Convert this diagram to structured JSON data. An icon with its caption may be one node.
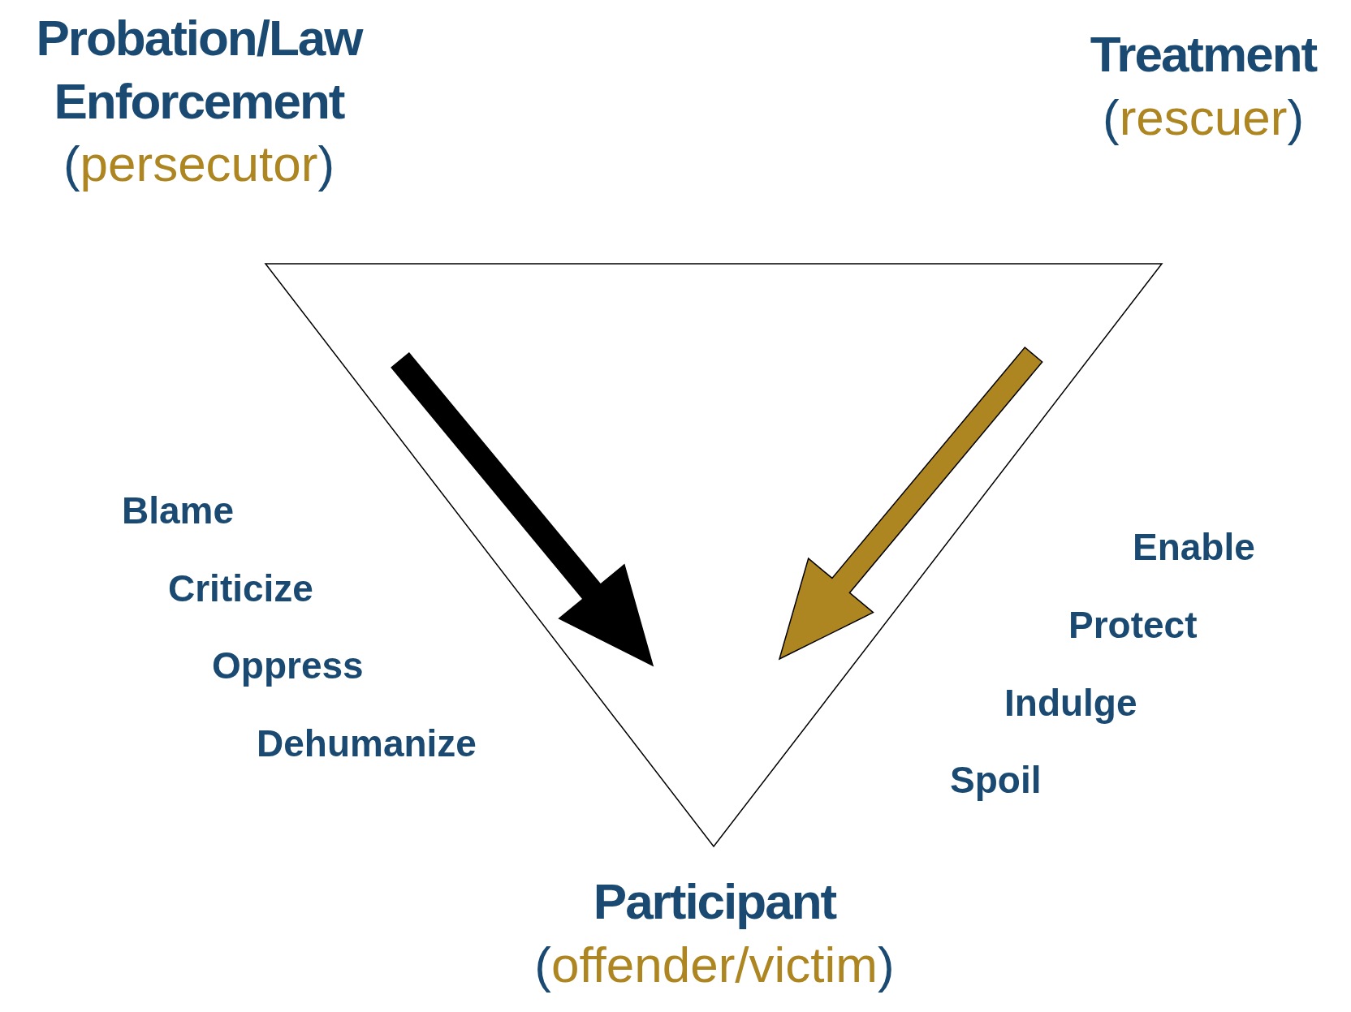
{
  "diagram": {
    "nodes": [
      {
        "text": [
          "Probation/Law Enforcement",
          "(persecutor)"
        ]
      },
      {
        "text": [
          "Treatment",
          "(rescuer)"
        ]
      },
      {
        "text": [
          "Participant",
          "(offender/victim)"
        ]
      }
    ],
    "labels": [
      "Blame",
      "Enable",
      "Criticize",
      "Protect",
      "Oppress",
      "Indulge",
      "Dehumanize",
      "Spoil"
    ]
  }
}
